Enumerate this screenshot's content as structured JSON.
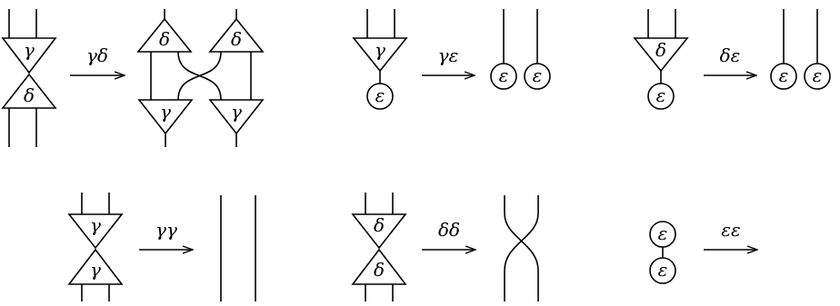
{
  "agents": {
    "gamma": "γ",
    "delta": "δ",
    "epsilon": "ε"
  },
  "rules": [
    {
      "id": "gamma-delta",
      "label": "γδ"
    },
    {
      "id": "gamma-epsilon",
      "label": "γε"
    },
    {
      "id": "delta-epsilon",
      "label": "δε"
    },
    {
      "id": "gamma-gamma",
      "label": "γγ"
    },
    {
      "id": "delta-delta",
      "label": "δδ"
    },
    {
      "id": "epsilon-epsilon",
      "label": "εε"
    }
  ]
}
